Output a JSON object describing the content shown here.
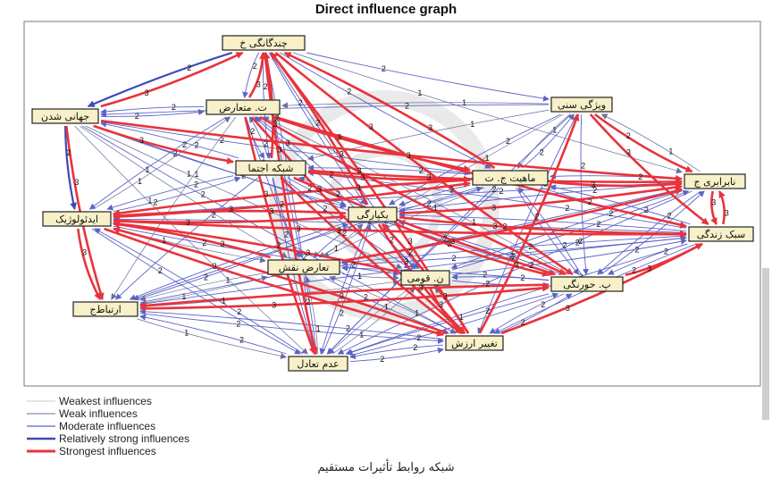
{
  "title": "Direct influence graph",
  "nodes": [
    {
      "id": "n1",
      "label": "چندگانگی خ"
    },
    {
      "id": "n2",
      "label": "ت. متعارض"
    },
    {
      "id": "n3",
      "label": "جهانی شدن"
    },
    {
      "id": "n4",
      "label": "ایدئولوژیک"
    },
    {
      "id": "n5",
      "label": "ارتباط‌ج"
    },
    {
      "id": "n6",
      "label": "شبکه اجتما"
    },
    {
      "id": "n7",
      "label": "ماهیت ج. ت"
    },
    {
      "id": "n8",
      "label": "ویژگی سنی"
    },
    {
      "id": "n9",
      "label": "نابرابری ج"
    },
    {
      "id": "n10",
      "label": "سبک زندگی"
    },
    {
      "id": "n11",
      "label": "یکپارگی"
    },
    {
      "id": "n12",
      "label": "تعارض نقش"
    },
    {
      "id": "n13",
      "label": "ن. قومی"
    },
    {
      "id": "n14",
      "label": "پ. حورنگی"
    },
    {
      "id": "n15",
      "label": "تغییر ارزش"
    },
    {
      "id": "n16",
      "label": "عدم تعادل"
    }
  ],
  "edges_legend": [
    {
      "label": "Weakest influences",
      "color": "#c9c9c9"
    },
    {
      "label": "Weak influences",
      "color": "#6a6f9c"
    },
    {
      "label": "Moderate influences",
      "color": "#5b63c7"
    },
    {
      "label": "Relatively strong influences",
      "color": "#3c4ab8"
    },
    {
      "label": "Strongest influences",
      "color": "#e8333c"
    }
  ],
  "edges": [
    {
      "from": "n3",
      "to": "n1",
      "strength": "strongest",
      "label": "3"
    },
    {
      "from": "n2",
      "to": "n1",
      "strength": "strongest",
      "label": "3"
    },
    {
      "from": "n6",
      "to": "n1",
      "strength": "strongest",
      "label": "3"
    },
    {
      "from": "n11",
      "to": "n1",
      "strength": "strongest",
      "label": "3"
    },
    {
      "from": "n7",
      "to": "n1",
      "strength": "strongest",
      "label": "3"
    },
    {
      "from": "n15",
      "to": "n1",
      "strength": "strongest",
      "label": "3"
    },
    {
      "from": "n1",
      "to": "n8",
      "strength": "moderate",
      "label": "2"
    },
    {
      "from": "n1",
      "to": "n9",
      "strength": "weak",
      "label": "1"
    },
    {
      "from": "n3",
      "to": "n2",
      "strength": "moderate",
      "label": "2"
    },
    {
      "from": "n2",
      "to": "n7",
      "strength": "strongest",
      "label": "3"
    },
    {
      "from": "n3",
      "to": "n9",
      "strength": "strongest",
      "label": "3"
    },
    {
      "from": "n3",
      "to": "n4",
      "strength": "relatively-strong",
      "label": "2"
    },
    {
      "from": "n4",
      "to": "n5",
      "strength": "strongest",
      "label": "3"
    },
    {
      "from": "n3",
      "to": "n5",
      "strength": "strongest",
      "label": "3"
    },
    {
      "from": "n4",
      "to": "n11",
      "strength": "strongest",
      "label": "3"
    },
    {
      "from": "n11",
      "to": "n4",
      "strength": "strongest",
      "label": "3"
    },
    {
      "from": "n11",
      "to": "n9",
      "strength": "strongest",
      "label": "3"
    },
    {
      "from": "n11",
      "to": "n10",
      "strength": "strongest",
      "label": "3"
    },
    {
      "from": "n7",
      "to": "n9",
      "strength": "strongest",
      "label": "3"
    },
    {
      "from": "n8",
      "to": "n9",
      "strength": "strongest",
      "label": "2"
    },
    {
      "from": "n8",
      "to": "n10",
      "strength": "strongest",
      "label": "3"
    },
    {
      "from": "n9",
      "to": "n10",
      "strength": "strongest",
      "label": "3"
    },
    {
      "from": "n10",
      "to": "n9",
      "strength": "strongest",
      "label": "3"
    },
    {
      "from": "n15",
      "to": "n10",
      "strength": "strongest",
      "label": "3"
    },
    {
      "from": "n14",
      "to": "n10",
      "strength": "strongest",
      "label": "3"
    },
    {
      "from": "n15",
      "to": "n4",
      "strength": "strongest",
      "label": "3"
    },
    {
      "from": "n16",
      "to": "n4",
      "strength": "moderate",
      "label": "2"
    },
    {
      "from": "n14",
      "to": "n5",
      "strength": "strongest",
      "label": "3"
    },
    {
      "from": "n15",
      "to": "n5",
      "strength": "moderate",
      "label": "2"
    },
    {
      "from": "n16",
      "to": "n5",
      "strength": "moderate",
      "label": "2"
    },
    {
      "from": "n6",
      "to": "n15",
      "strength": "strongest",
      "label": "3"
    },
    {
      "from": "n2",
      "to": "n16",
      "strength": "strongest",
      "label": "3"
    },
    {
      "from": "n1",
      "to": "n16",
      "strength": "strongest",
      "label": "3"
    },
    {
      "from": "n12",
      "to": "n16",
      "strength": "moderate",
      "label": "2"
    },
    {
      "from": "n13",
      "to": "n15",
      "strength": "strongest",
      "label": "3"
    },
    {
      "from": "n11",
      "to": "n14",
      "strength": "strongest",
      "label": "3"
    },
    {
      "from": "n6",
      "to": "n9",
      "strength": "strongest",
      "label": "3"
    },
    {
      "from": "n6",
      "to": "n7",
      "strength": "strongest",
      "label": "3"
    },
    {
      "from": "n4",
      "to": "n7",
      "strength": "strongest",
      "label": "3"
    },
    {
      "from": "n5",
      "to": "n14",
      "strength": "strongest",
      "label": "3"
    },
    {
      "from": "n3",
      "to": "n7",
      "strength": "moderate",
      "label": "2"
    },
    {
      "from": "n2",
      "to": "n10",
      "strength": "strongest",
      "label": "3"
    },
    {
      "from": "n3",
      "to": "n6",
      "strength": "strongest",
      "label": "3"
    },
    {
      "from": "n4",
      "to": "n10",
      "strength": "strongest",
      "label": "3"
    },
    {
      "from": "n12",
      "to": "n4",
      "strength": "strongest",
      "label": "3"
    },
    {
      "from": "n13",
      "to": "n4",
      "strength": "strongest",
      "label": "3"
    },
    {
      "from": "n14",
      "to": "n11",
      "strength": "moderate",
      "label": "2"
    },
    {
      "from": "n15",
      "to": "n8",
      "strength": "strongest",
      "label": "3"
    },
    {
      "from": "n15",
      "to": "n11",
      "strength": "strongest",
      "label": "3"
    },
    {
      "from": "n16",
      "to": "n11",
      "strength": "moderate",
      "label": "2"
    },
    {
      "from": "n12",
      "to": "n9",
      "strength": "strongest",
      "label": "3"
    },
    {
      "from": "n6",
      "to": "n14",
      "strength": "strongest",
      "label": "3"
    },
    {
      "from": "n1",
      "to": "n14",
      "strength": "strongest",
      "label": "3"
    },
    {
      "from": "n2",
      "to": "n15",
      "strength": "strongest",
      "label": "3"
    },
    {
      "from": "n3",
      "to": "n14",
      "strength": "moderate",
      "label": "2"
    },
    {
      "from": "n7",
      "to": "n4",
      "strength": "strongest",
      "label": "3"
    },
    {
      "from": "n13",
      "to": "n2",
      "strength": "moderate",
      "label": "2"
    },
    {
      "from": "n16",
      "to": "n1",
      "strength": "moderate",
      "label": "2"
    },
    {
      "from": "n5",
      "to": "n9",
      "strength": "moderate",
      "label": "2"
    },
    {
      "from": "n12",
      "to": "n10",
      "strength": "moderate",
      "label": "2"
    },
    {
      "from": "n13",
      "to": "n9",
      "strength": "moderate",
      "label": "2"
    },
    {
      "from": "n8",
      "to": "n2",
      "strength": "weak",
      "label": "1"
    },
    {
      "from": "n8",
      "to": "n3",
      "strength": "moderate",
      "label": "2"
    },
    {
      "from": "n8",
      "to": "n6",
      "strength": "weak",
      "label": "1"
    },
    {
      "from": "n8",
      "to": "n11",
      "strength": "moderate",
      "label": "2"
    },
    {
      "from": "n8",
      "to": "n16",
      "strength": "moderate",
      "label": "2"
    },
    {
      "from": "n14",
      "to": "n16",
      "strength": "moderate",
      "label": "2"
    },
    {
      "from": "n14",
      "to": "n2",
      "strength": "weak",
      "label": "1"
    },
    {
      "from": "n14",
      "to": "n12",
      "strength": "moderate",
      "label": "2"
    },
    {
      "from": "n9",
      "to": "n13",
      "strength": "moderate",
      "label": "2"
    },
    {
      "from": "n10",
      "to": "n6",
      "strength": "moderate",
      "label": "2"
    },
    {
      "from": "n10",
      "to": "n12",
      "strength": "moderate",
      "label": "2"
    },
    {
      "from": "n7",
      "to": "n16",
      "strength": "moderate",
      "label": "2"
    },
    {
      "from": "n7",
      "to": "n12",
      "strength": "weak",
      "label": "1"
    },
    {
      "from": "n7",
      "to": "n5",
      "strength": "moderate",
      "label": "2"
    },
    {
      "from": "n6",
      "to": "n12",
      "strength": "moderate",
      "label": "2"
    },
    {
      "from": "n6",
      "to": "n5",
      "strength": "moderate",
      "label": "2"
    },
    {
      "from": "n4",
      "to": "n2",
      "strength": "weak",
      "label": "1"
    },
    {
      "from": "n4",
      "to": "n16",
      "strength": "moderate",
      "label": "2"
    },
    {
      "from": "n4",
      "to": "n12",
      "strength": "weak",
      "label": "1"
    },
    {
      "from": "n5",
      "to": "n15",
      "strength": "moderate",
      "label": "2"
    },
    {
      "from": "n5",
      "to": "n16",
      "strength": "weak",
      "label": "1"
    },
    {
      "from": "n5",
      "to": "n13",
      "strength": "weak",
      "label": "1"
    },
    {
      "from": "n11",
      "to": "n12",
      "strength": "moderate",
      "label": "2"
    },
    {
      "from": "n11",
      "to": "n13",
      "strength": "moderate",
      "label": "2"
    },
    {
      "from": "n13",
      "to": "n14",
      "strength": "moderate",
      "label": "2"
    },
    {
      "from": "n13",
      "to": "n10",
      "strength": "moderate",
      "label": "2"
    },
    {
      "from": "n12",
      "to": "n15",
      "strength": "moderate",
      "label": "2"
    },
    {
      "from": "n16",
      "to": "n15",
      "strength": "moderate",
      "label": "2"
    },
    {
      "from": "n2",
      "to": "n12",
      "strength": "moderate",
      "label": "2"
    },
    {
      "from": "n3",
      "to": "n12",
      "strength": "weak",
      "label": "1"
    },
    {
      "from": "n3",
      "to": "n16",
      "strength": "weak",
      "label": "1"
    },
    {
      "from": "n1",
      "to": "n12",
      "strength": "moderate",
      "label": "2"
    },
    {
      "from": "n1",
      "to": "n13",
      "strength": "moderate",
      "label": "2"
    },
    {
      "from": "n1",
      "to": "n7",
      "strength": "moderate",
      "label": "2"
    },
    {
      "from": "n9",
      "to": "n7",
      "strength": "moderate",
      "label": "2"
    },
    {
      "from": "n9",
      "to": "n14",
      "strength": "moderate",
      "label": "2"
    },
    {
      "from": "n10",
      "to": "n14",
      "strength": "moderate",
      "label": "2"
    },
    {
      "from": "n10",
      "to": "n7",
      "strength": "moderate",
      "label": "2"
    },
    {
      "from": "n15",
      "to": "n14",
      "strength": "moderate",
      "label": "2"
    },
    {
      "from": "n16",
      "to": "n14",
      "strength": "moderate",
      "label": "2"
    },
    {
      "from": "n11",
      "to": "n7",
      "strength": "moderate",
      "label": "2"
    },
    {
      "from": "n11",
      "to": "n6",
      "strength": "moderate",
      "label": "2"
    },
    {
      "from": "n6",
      "to": "n11",
      "strength": "moderate",
      "label": "2"
    },
    {
      "from": "n2",
      "to": "n6",
      "strength": "moderate",
      "label": "2"
    },
    {
      "from": "n2",
      "to": "n4",
      "strength": "moderate",
      "label": "2"
    },
    {
      "from": "n2",
      "to": "n5",
      "strength": "weak",
      "label": "1"
    },
    {
      "from": "n3",
      "to": "n11",
      "strength": "moderate",
      "label": "2"
    },
    {
      "from": "n8",
      "to": "n7",
      "strength": "weak",
      "label": "1"
    },
    {
      "from": "n8",
      "to": "n14",
      "strength": "moderate",
      "label": "2"
    },
    {
      "from": "n12",
      "to": "n13",
      "strength": "weak",
      "label": "1"
    },
    {
      "from": "n12",
      "to": "n5",
      "strength": "weak",
      "label": "1"
    },
    {
      "from": "n15",
      "to": "n16",
      "strength": "moderate",
      "label": "2"
    },
    {
      "from": "n13",
      "to": "n16",
      "strength": "weak",
      "label": "1"
    },
    {
      "from": "n16",
      "to": "n12",
      "strength": "weak",
      "label": "1"
    },
    {
      "from": "n14",
      "to": "n9",
      "strength": "moderate",
      "label": "2"
    },
    {
      "from": "n10",
      "to": "n11",
      "strength": "moderate",
      "label": "2"
    },
    {
      "from": "n9",
      "to": "n11",
      "strength": "moderate",
      "label": "2"
    },
    {
      "from": "n9",
      "to": "n8",
      "strength": "weak",
      "label": "1"
    },
    {
      "from": "n7",
      "to": "n8",
      "strength": "moderate",
      "label": "2"
    },
    {
      "from": "n7",
      "to": "n10",
      "strength": "moderate",
      "label": "2"
    },
    {
      "from": "n7",
      "to": "n14",
      "strength": "moderate",
      "label": "2"
    },
    {
      "from": "n5",
      "to": "n11",
      "strength": "moderate",
      "label": "2"
    },
    {
      "from": "n4",
      "to": "n6",
      "strength": "moderate",
      "label": "2"
    },
    {
      "from": "n6",
      "to": "n4",
      "strength": "moderate",
      "label": "2"
    },
    {
      "from": "n6",
      "to": "n16",
      "strength": "moderate",
      "label": "2"
    },
    {
      "from": "n11",
      "to": "n16",
      "strength": "moderate",
      "label": "2"
    },
    {
      "from": "n11",
      "to": "n15",
      "strength": "strongest",
      "label": "3"
    },
    {
      "from": "n3",
      "to": "n15",
      "strength": "moderate",
      "label": "2"
    },
    {
      "from": "n1",
      "to": "n11",
      "strength": "moderate",
      "label": "2"
    },
    {
      "from": "n13",
      "to": "n11",
      "strength": "moderate",
      "label": "2"
    },
    {
      "from": "n12",
      "to": "n11",
      "strength": "weak",
      "label": "1"
    },
    {
      "from": "n16",
      "to": "n13",
      "strength": "weak",
      "label": "1"
    },
    {
      "from": "n15",
      "to": "n12",
      "strength": "weak",
      "label": "1"
    },
    {
      "from": "n15",
      "to": "n13",
      "strength": "weak",
      "label": "1"
    },
    {
      "from": "n14",
      "to": "n13",
      "strength": "moderate",
      "label": "2"
    },
    {
      "from": "n14",
      "to": "n15",
      "strength": "moderate",
      "label": "2"
    },
    {
      "from": "n9",
      "to": "n16",
      "strength": "moderate",
      "label": "2"
    },
    {
      "from": "n10",
      "to": "n16",
      "strength": "moderate",
      "label": "2"
    },
    {
      "from": "n10",
      "to": "n15",
      "strength": "moderate",
      "label": "2"
    },
    {
      "from": "n8",
      "to": "n15",
      "strength": "moderate",
      "label": "2"
    },
    {
      "from": "n8",
      "to": "n12",
      "strength": "weak",
      "label": "1"
    },
    {
      "from": "n2",
      "to": "n14",
      "strength": "strongest",
      "label": "3"
    },
    {
      "from": "n6",
      "to": "n13",
      "strength": "moderate",
      "label": "2"
    },
    {
      "from": "n4",
      "to": "n13",
      "strength": "moderate",
      "label": "2"
    },
    {
      "from": "n4",
      "to": "n15",
      "strength": "strongest",
      "label": "3"
    },
    {
      "from": "n5",
      "to": "n12",
      "strength": "weak",
      "label": "1"
    },
    {
      "from": "n3",
      "to": "n13",
      "strength": "weak",
      "label": "1"
    },
    {
      "from": "n1",
      "to": "n2",
      "strength": "moderate",
      "label": "2"
    },
    {
      "from": "n1",
      "to": "n3",
      "strength": "relatively-strong",
      "label": "2"
    },
    {
      "from": "n1",
      "to": "n6",
      "strength": "moderate",
      "label": "2"
    },
    {
      "from": "n2",
      "to": "n3",
      "strength": "moderate",
      "label": "2"
    },
    {
      "from": "n6",
      "to": "n3",
      "strength": "moderate",
      "label": "2"
    },
    {
      "from": "n6",
      "to": "n2",
      "strength": "moderate",
      "label": "2"
    },
    {
      "from": "n7",
      "to": "n6",
      "strength": "moderate",
      "label": "2"
    },
    {
      "from": "n7",
      "to": "n11",
      "strength": "moderate",
      "label": "2"
    },
    {
      "from": "n11",
      "to": "n2",
      "strength": "moderate",
      "label": "2"
    },
    {
      "from": "n11",
      "to": "n5",
      "strength": "moderate",
      "label": "2"
    },
    {
      "from": "n14",
      "to": "n7",
      "strength": "moderate",
      "label": "2"
    },
    {
      "from": "n9",
      "to": "n4",
      "strength": "moderate",
      "label": "2"
    },
    {
      "from": "n10",
      "to": "n4",
      "strength": "moderate",
      "label": "2"
    },
    {
      "from": "n10",
      "to": "n5",
      "strength": "moderate",
      "label": "2"
    }
  ],
  "legend_title": "",
  "caption": "شبكه روابط تأثيرات مستقيم"
}
